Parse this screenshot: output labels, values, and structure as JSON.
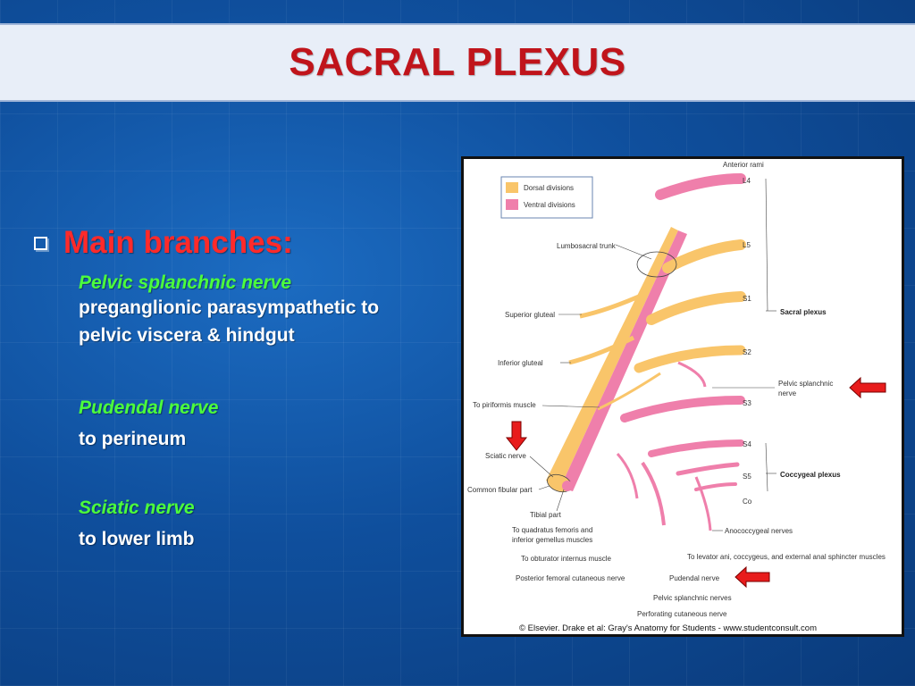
{
  "slide": {
    "title": "SACRAL PLEXUS",
    "heading": "Main branches:",
    "items": [
      {
        "nerve": "Pelvic splanchnic nerve",
        "description": "preganglionic parasympathetic to pelvic viscera & hindgut"
      },
      {
        "nerve": "Pudendal nerve",
        "description": "to perineum"
      },
      {
        "nerve": "Sciatic nerve",
        "description": "to lower limb"
      }
    ]
  },
  "figure": {
    "legend": {
      "dorsal": "Dorsal divisions",
      "ventral": "Ventral divisions"
    },
    "colors": {
      "dorsal": "#f9c56a",
      "ventral": "#ef7fab",
      "arrow": "#e81c1c",
      "accent": "#c0141b"
    },
    "labels": {
      "anterior_rami": "Anterior rami",
      "l4": "L4",
      "l5": "L5",
      "s1": "S1",
      "s2": "S2",
      "s3": "S3",
      "s4": "S4",
      "s5": "S5",
      "co": "Co",
      "lumbosacral_trunk": "Lumbosacral trunk",
      "superior_gluteal": "Superior gluteal",
      "inferior_gluteal": "Inferior gluteal",
      "to_piriformis": "To piriformis muscle",
      "sciatic_nerve": "Sciatic nerve",
      "common_fibular": "Common fibular part",
      "tibial_part": "Tibial part",
      "quadratus_1": "To quadratus femoris and",
      "quadratus_2": "inferior gemellus muscles",
      "obturator_internus": "To obturator internus muscle",
      "post_femoral": "Posterior femoral cutaneous nerve",
      "pudendal": "Pudendal nerve",
      "pelvic_splanchnic_bottom": "Pelvic splanchnic nerves",
      "perforating": "Perforating cutaneous nerve",
      "sacral_plexus": "Sacral plexus",
      "coccygeal_plexus": "Coccygeal plexus",
      "pelvic_splanchnic_right_1": "Pelvic splanchnic",
      "pelvic_splanchnic_right_2": "nerve",
      "anococcygeal": "Anococcygeal nerves",
      "levator": "To levator ani, coccygeus, and external anal sphincter muscles",
      "credit": "© Elsevier. Drake et al: Gray's Anatomy for Students - www.studentconsult.com"
    },
    "arrows": [
      "arrow-left",
      "arrow-down",
      "arrow-left"
    ]
  }
}
